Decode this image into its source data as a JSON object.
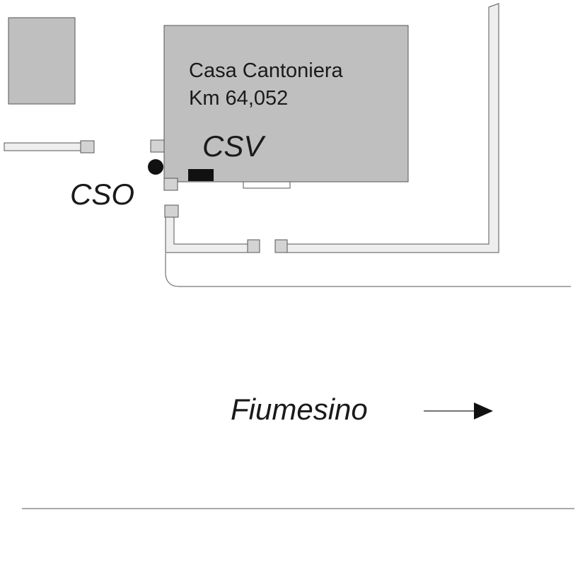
{
  "building": {
    "name": "Casa Cantoniera",
    "km": "Km 64,052"
  },
  "labels": {
    "csv": "CSV",
    "cso": "CSO",
    "direction": "Fiumesino"
  },
  "colors": {
    "building_fill": "#c0bfc0",
    "pier_fill": "#d3d3d3",
    "wall_fill": "#eeeeee",
    "stroke": "#555555",
    "marker": "#111111"
  },
  "icons": {
    "direction": "arrow-right-icon",
    "cso_marker": "filled-circle-icon",
    "csv_marker": "filled-rectangle-icon"
  }
}
